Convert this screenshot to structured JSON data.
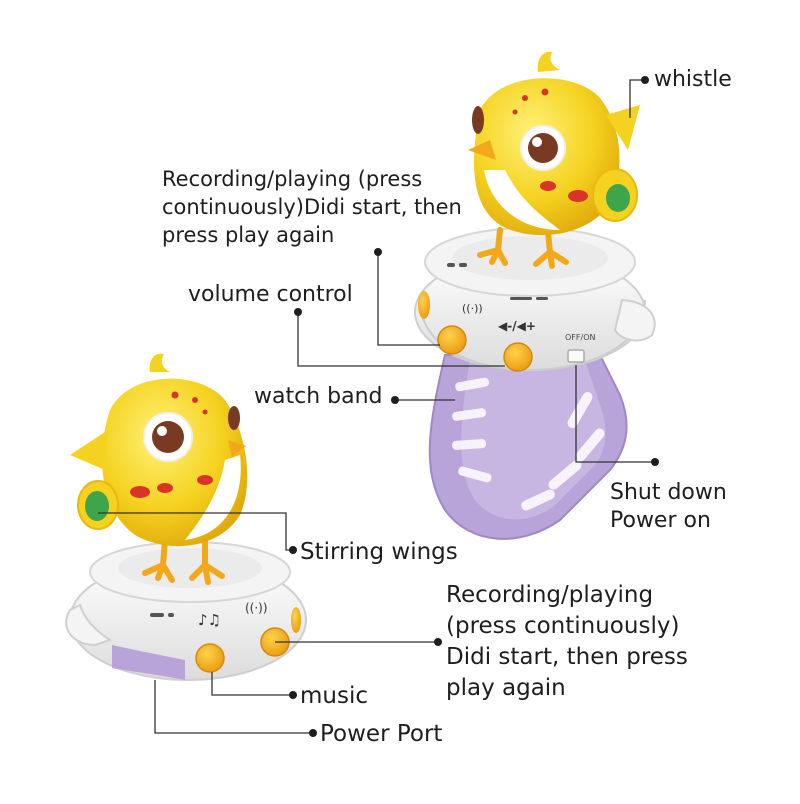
{
  "colors": {
    "yellow": "#f5d21f",
    "yellow_shade": "#e9b90e",
    "orange": "#f2a81a",
    "white": "#ffffff",
    "shell_shade": "#e6e6e6",
    "purple": "#b8a4d8",
    "purple_shade": "#9f88c6",
    "eye_brown": "#7a3a22",
    "cheek_red": "#d8342a",
    "wing_green": "#3fa54a",
    "line": "#333333"
  },
  "device_markings": {
    "switch": "OFF/ON",
    "volume_symbols": "◀-/◀+"
  },
  "labels": {
    "whistle": "whistle",
    "recording_top": "Recording/playing (press continuously)Didi start, then press play again",
    "volume_control": "volume control",
    "watch_band": "watch band",
    "shut_down": "Shut down",
    "power_on": "Power on",
    "stirring_wings": "Stirring wings",
    "recording_bottom": "Recording/playing (press continuously) Didi start, then press play again",
    "music": "music",
    "power_port": "Power Port"
  }
}
